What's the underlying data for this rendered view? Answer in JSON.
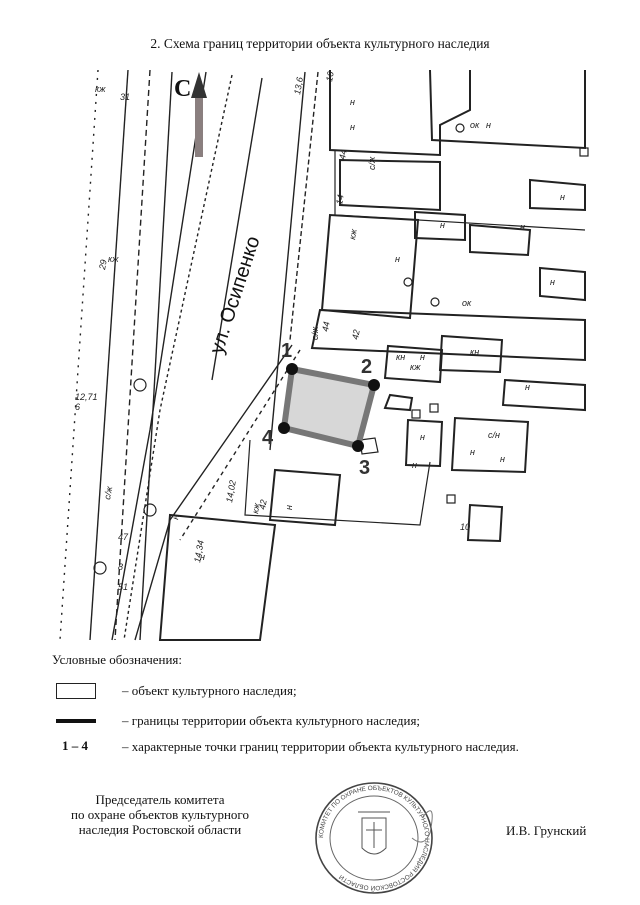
{
  "title": "2. Схема границ территории объекта культурного наследия",
  "map": {
    "north_label": "С",
    "street_label": "ул. Осипенко",
    "points": [
      "1",
      "2",
      "3",
      "4"
    ],
    "small_labels": [
      "кж",
      "31",
      "29",
      "кж",
      "13,6",
      "16",
      "44",
      "14",
      "кж",
      "44",
      "42",
      "14,02",
      "42",
      "кж",
      "14,34",
      "12,71",
      "6",
      "с/ж",
      "с/ж",
      "с/ж",
      "н",
      "н",
      "н",
      "н",
      "кн",
      "кж",
      "н",
      "н",
      "н",
      "н",
      "н",
      "кн",
      "ок",
      "ок",
      "н",
      "с/н",
      "н",
      "н",
      "н",
      "н",
      "н",
      "н",
      "10",
      "н",
      "8",
      "47",
      "51"
    ]
  },
  "legend": {
    "heading": "Условные обозначения:",
    "items": [
      {
        "symbol": "",
        "text": "– объект культурного наследия;"
      },
      {
        "symbol": "",
        "text": "– границы территории объекта культурного наследия;"
      },
      {
        "symbol": "1 – 4",
        "text": "– характерные точки границ территории объекта культурного наследия."
      }
    ]
  },
  "signature": {
    "position": "Председатель комитета\nпо охране объектов культурного\nнаследия Ростовской области",
    "name": "И.В. Грунский"
  },
  "seal": {
    "text": "КОМИТЕТ ПО ОХРАНЕ ОБЪЕКТОВ КУЛЬТУРНОГО НАСЛЕДИЯ РОСТОВСКОЙ ОБЛАСТИ"
  },
  "colors": {
    "ink": "#111111",
    "boundary": "#777777",
    "object_fill": "#d7d7d7",
    "north_arrow": "#8a7f7f"
  }
}
